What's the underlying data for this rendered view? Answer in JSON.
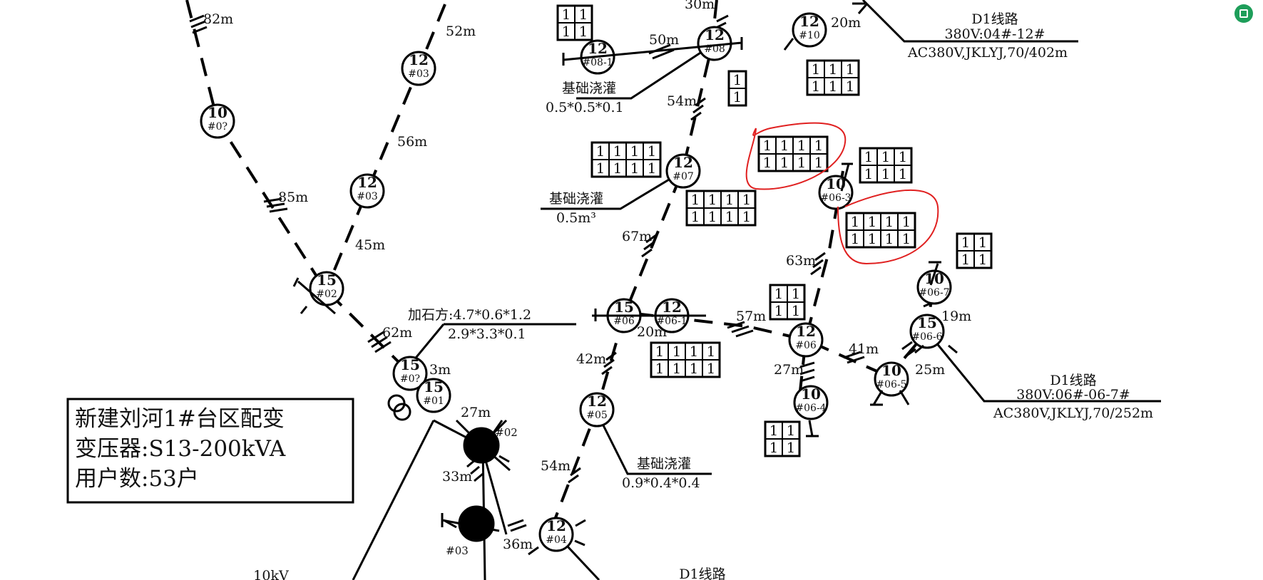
{
  "info_box": {
    "line1": "新建刘河1#台区配变",
    "line2": "变压器:S13-200kVA",
    "line3": "用户数:53户"
  },
  "line_labels": [
    {
      "title": "D1线路",
      "voltage": "380V:04#-12#",
      "spec": "AC380V,JKLYJ,70/402m"
    },
    {
      "title": "D1线路",
      "voltage": "380V:06#-06-7#",
      "spec": "AC380V,JKLYJ,70/252m"
    }
  ],
  "bottom_partial_labels": {
    "d1": "D1线路",
    "hv": "10kV"
  },
  "foundation_notes": [
    {
      "title": "基础浇灌",
      "size": "0.5*0.5*0.1"
    },
    {
      "title": "基础浇灌",
      "size": "0.5m³"
    },
    {
      "title": "基础浇灌",
      "size": "0.9*0.4*0.4"
    }
  ],
  "stone_note": {
    "title": "加石方:4.7*0.6*1.2",
    "size": "2.9*3.3*0.1"
  },
  "distances": [
    "82m",
    "52m",
    "56m",
    "85m",
    "45m",
    "62m",
    "3m",
    "27m",
    "33m",
    "36m",
    "30m",
    "50m",
    "54m",
    "67m",
    "20m",
    "42m",
    "54m",
    "57m",
    "20m",
    "63m",
    "27m",
    "41m",
    "19m",
    "25m"
  ],
  "poles": [
    {
      "num": "10",
      "id": "#0?"
    },
    {
      "num": "12",
      "id": "#03"
    },
    {
      "num": "12",
      "id": "#03"
    },
    {
      "num": "15",
      "id": "#02"
    },
    {
      "num": "15",
      "id": "#0?"
    },
    {
      "num": "15",
      "id": "#01"
    },
    {
      "num": "12",
      "id": "#08-1"
    },
    {
      "num": "12",
      "id": "#08"
    },
    {
      "num": "12",
      "id": "#10"
    },
    {
      "num": "12",
      "id": "#07"
    },
    {
      "num": "15",
      "id": "#06"
    },
    {
      "num": "12",
      "id": "#06-1"
    },
    {
      "num": "12",
      "id": "#05"
    },
    {
      "num": "12",
      "id": "#04"
    },
    {
      "num": "10",
      "id": "#06-3"
    },
    {
      "num": "12",
      "id": "#06"
    },
    {
      "num": "10",
      "id": "#06-4"
    },
    {
      "num": "10",
      "id": "#06-5"
    },
    {
      "num": "10",
      "id": "#06-7"
    },
    {
      "num": "15",
      "id": "#06-6"
    }
  ],
  "transformer_poles": [
    {
      "id": "#02"
    },
    {
      "id": "#03"
    }
  ],
  "meter_digit": "1",
  "colors": {
    "line": "#000000",
    "annotation": "#e02020",
    "app_icon": "#1e9e5a"
  }
}
